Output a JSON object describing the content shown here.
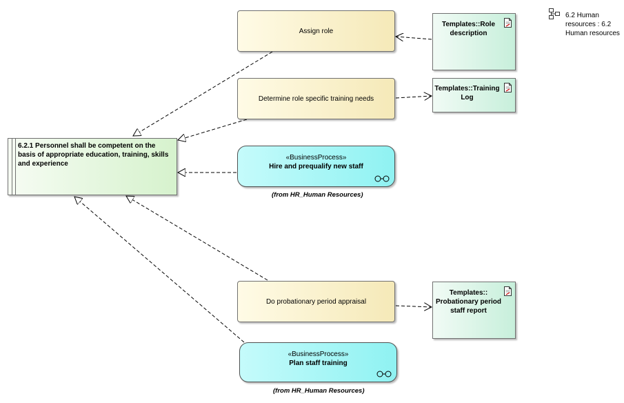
{
  "diagram": {
    "requirement": {
      "text": "6.2.1 Personnel shall be competent on the basis of appropriate education, training, skills and experience"
    },
    "activities": [
      {
        "id": "assign-role",
        "label": "Assign role"
      },
      {
        "id": "determine-training",
        "label": "Determine role specific training needs"
      },
      {
        "id": "probation-appraisal",
        "label": "Do probationary period appraisal"
      }
    ],
    "business_processes": [
      {
        "id": "hire",
        "stereotype": "«BusinessProcess»",
        "name": "Hire and prequalify new staff",
        "from_note": "(from HR_Human Resources)"
      },
      {
        "id": "plan-training",
        "stereotype": "«BusinessProcess»",
        "name": "Plan staff training",
        "from_note": "(from HR_Human Resources)"
      }
    ],
    "artifacts": [
      {
        "id": "role-description",
        "label": "Templates::Role description"
      },
      {
        "id": "training-log",
        "label": "Templates::Training Log"
      },
      {
        "id": "probation-report",
        "label": "Templates:: Probationary period staff report"
      }
    ],
    "package": {
      "label": "6.2 Human resources : 6.2 Human resources"
    }
  },
  "colors": {
    "activity_fill": "#f5e9b8",
    "business_process_fill": "#8ff2f2",
    "artifact_fill": "#c7efdb",
    "requirement_fill": "#d6f2cd",
    "line": "#000000"
  }
}
